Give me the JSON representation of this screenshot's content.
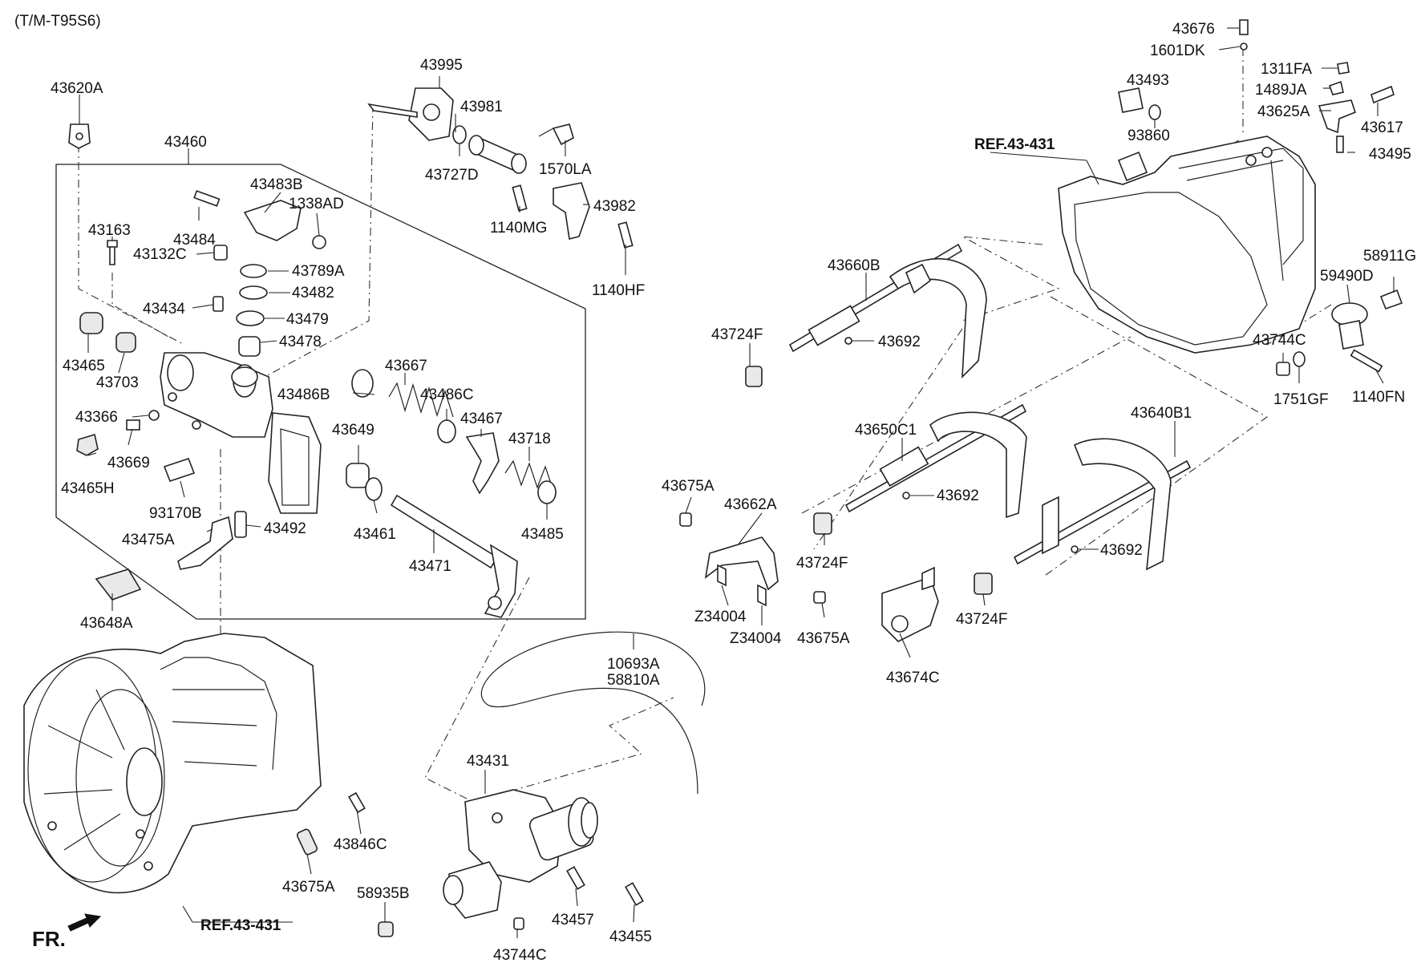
{
  "model": "(T/M-T95S6)",
  "ref_labels": [
    "REF.43-431",
    "REF.43-431"
  ],
  "front_indicator": "FR.",
  "part_numbers": {
    "p43620A": "43620A",
    "p43460": "43460",
    "p43483B": "43483B",
    "p1338AD": "1338AD",
    "p43163": "43163",
    "p43484": "43484",
    "p43132C": "43132C",
    "p43789A": "43789A",
    "p43482": "43482",
    "p43434": "43434",
    "p43479": "43479",
    "p43478": "43478",
    "p43465": "43465",
    "p43703": "43703",
    "p43486B": "43486B",
    "p43667": "43667",
    "p43486C": "43486C",
    "p43366": "43366",
    "p43467": "43467",
    "p43669": "43669",
    "p43718": "43718",
    "p43649": "43649",
    "p43465H": "43465H",
    "p93170B": "93170B",
    "p43461": "43461",
    "p43485": "43485",
    "p43475A": "43475A",
    "p43492": "43492",
    "p43471": "43471",
    "p43648A": "43648A",
    "p43995": "43995",
    "p43981": "43981",
    "p1570LA": "1570LA",
    "p43727D": "43727D",
    "p43982": "43982",
    "p1140MG": "1140MG",
    "p1140HF": "1140HF",
    "p10693A": "10693A",
    "p58810A": "58810A",
    "p43431": "43431",
    "p43846C": "43846C",
    "p43675A_1": "43675A",
    "p58935B": "58935B",
    "p43457": "43457",
    "p43455": "43455",
    "p43744C_1": "43744C",
    "p43676": "43676",
    "p1601DK": "1601DK",
    "p43493": "43493",
    "p1311FA": "1311FA",
    "p1489JA": "1489JA",
    "p43625A": "43625A",
    "p93860": "93860",
    "p43617": "43617",
    "p43495": "43495",
    "p58911G": "58911G",
    "p59490D": "59490D",
    "p43744C_2": "43744C",
    "p1751GF": "1751GF",
    "p1140FN": "1140FN",
    "p43660B": "43660B",
    "p43724F_1": "43724F",
    "p43692_1": "43692",
    "p43650C1": "43650C1",
    "p43692_2": "43692",
    "p43640B1": "43640B1",
    "p43675A_2": "43675A",
    "p43662A": "43662A",
    "p43724F_2": "43724F",
    "p43692_3": "43692",
    "pZ34004_1": "Z34004",
    "pZ34004_2": "Z34004",
    "p43675A_3": "43675A",
    "p43724F_3": "43724F",
    "p43674C": "43674C"
  }
}
